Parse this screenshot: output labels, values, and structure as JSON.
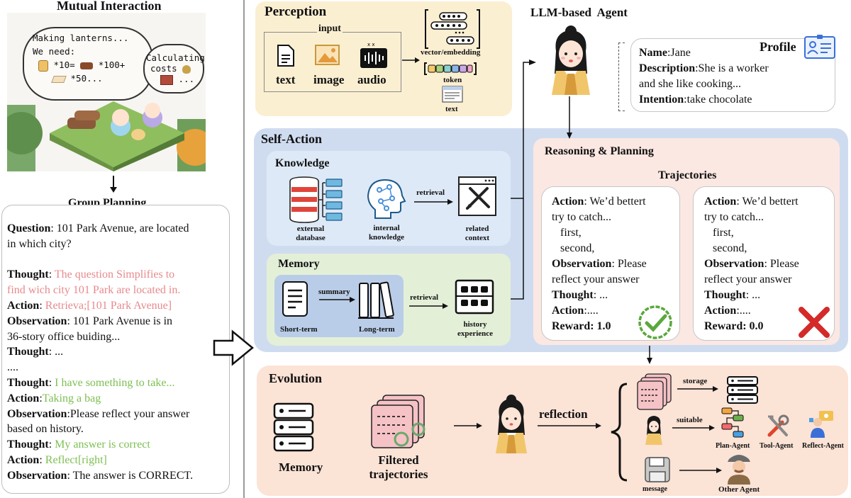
{
  "left": {
    "mutual_title": "Mutual Interaction",
    "bubble": {
      "line1": "Making lanterns...",
      "line2": "We need:",
      "line3": "*10=",
      "line4": "*100+",
      "line5": "*50...",
      "calc1": "Calculating",
      "calc2": "costs",
      "calc3": "..."
    },
    "group_title": "Group Planning",
    "lines": [
      [
        {
          "t": "Question",
          "s": "b"
        },
        {
          "t": ": 101 Park Avenue, are located",
          "s": ""
        }
      ],
      [
        {
          "t": "in which city?",
          "s": ""
        }
      ],
      [
        {
          "t": "",
          "s": ""
        }
      ],
      [
        {
          "t": "Thought",
          "s": "b"
        },
        {
          "t": ": ",
          "s": ""
        },
        {
          "t": "The question Simplifies to",
          "s": "pink"
        }
      ],
      [
        {
          "t": "find wich city 101 Park are located in.",
          "s": "pink"
        }
      ],
      [
        {
          "t": "Action",
          "s": "b"
        },
        {
          "t": ": ",
          "s": ""
        },
        {
          "t": "Retrieva;[101 Park Avenue]",
          "s": "pink"
        }
      ],
      [
        {
          "t": "Observation",
          "s": "b"
        },
        {
          "t": ": 101 Park Avenue is in",
          "s": ""
        }
      ],
      [
        {
          "t": "36-story office buiding...",
          "s": ""
        }
      ],
      [
        {
          "t": "Thought",
          "s": "b"
        },
        {
          "t": ": ...",
          "s": ""
        }
      ],
      [
        {
          "t": "....",
          "s": ""
        }
      ],
      [
        {
          "t": "Thought",
          "s": "b"
        },
        {
          "t": ": ",
          "s": ""
        },
        {
          "t": "I have something to take...",
          "s": "green"
        }
      ],
      [
        {
          "t": "Action",
          "s": "b"
        },
        {
          "t": ":",
          "s": ""
        },
        {
          "t": "Taking a bag",
          "s": "green"
        }
      ],
      [
        {
          "t": "Observation",
          "s": "b"
        },
        {
          "t": ":Please reflect your answer",
          "s": ""
        }
      ],
      [
        {
          "t": "based on history.",
          "s": ""
        }
      ],
      [
        {
          "t": "Thought",
          "s": "b"
        },
        {
          "t": ": ",
          "s": ""
        },
        {
          "t": "My answer is correct",
          "s": "green"
        }
      ],
      [
        {
          "t": "Action",
          "s": "b"
        },
        {
          "t": ": ",
          "s": ""
        },
        {
          "t": "Reflect[right]",
          "s": "green"
        }
      ],
      [
        {
          "t": "Observation",
          "s": "b"
        },
        {
          "t": ": The answer is CORRECT.",
          "s": ""
        }
      ]
    ]
  },
  "perception": {
    "title": "Perception",
    "input_label": "input",
    "items": [
      "text",
      "image",
      "audio"
    ],
    "vector_label": "vector/embedding",
    "token_label": "token",
    "text_label": "text"
  },
  "agent": {
    "title": "LLM-based  Agent",
    "profile": {
      "title": "Profile",
      "name_key": "Name",
      "name_val": ":Jane",
      "desc_key": "Description",
      "desc_val": ":She is a worker",
      "desc_val2": "and she like cooking...",
      "intent_key": "Intention",
      "intent_val": ":take chocolate"
    }
  },
  "self_action": {
    "title": "Self-Action",
    "knowledge": {
      "title": "Knowledge",
      "external": [
        "external",
        "database"
      ],
      "internal": [
        "internal",
        "knowledge"
      ],
      "retrieval": "retrieval",
      "related": [
        "related",
        "context"
      ]
    },
    "memory": {
      "title": "Memory",
      "summary": "summary",
      "short": "Short-term",
      "long": "Long-term",
      "retrieval": "retrieval",
      "history": [
        "history",
        "experience"
      ]
    }
  },
  "reasoning": {
    "title": "Reasoning & Planning",
    "trajectories_title": "Trajectories",
    "cards": [
      {
        "action_key": "Action",
        "action_val": ": We’d bettert",
        "l2": "try to catch...",
        "l3": "first,",
        "l4": "second,",
        "obs_key": "Observation",
        "obs_val": ": Please",
        "l6": "reflect your answer",
        "thought_key": "Thought",
        "thought_val": ": ...",
        "act2_key": "Action",
        "act2_val": ":....",
        "reward_label": "Reward: 1.0",
        "result": "check",
        "result_color": "#5aa83c"
      },
      {
        "action_key": "Action",
        "action_val": ": We’d bettert",
        "l2": "try to catch...",
        "l3": "first,",
        "l4": "second,",
        "obs_key": "Observation",
        "obs_val": ": Please",
        "l6": "reflect your answer",
        "thought_key": "Thought",
        "thought_val": ": ...",
        "act2_key": "Action",
        "act2_val": ":....",
        "reward_label": "Reward: 0.0",
        "result": "cross",
        "result_color": "#d42a2a"
      }
    ]
  },
  "evolution": {
    "title": "Evolution",
    "memory_label": "Memory",
    "filtered": [
      "Filtered",
      "trajectories"
    ],
    "reflection": "reflection",
    "storage": "storage",
    "suitable": "suitable",
    "plan_agent": "Plan-Agent",
    "tool_agent": "Tool-Agent",
    "reflect_agent": "Reflect-Agent",
    "message": "message",
    "other_agent": "Other Agent"
  },
  "colors": {
    "perception_bg": "#fbefd2",
    "self_action_bg": "#cfdcf0",
    "knowledge_bg": "#dde9f7",
    "memory_bg": "#e4efd8",
    "reasoning_bg": "#fbe8e2",
    "evolution_bg": "#fbe3d6",
    "pink_text": "#e8898c",
    "green_text": "#7dbf52"
  }
}
